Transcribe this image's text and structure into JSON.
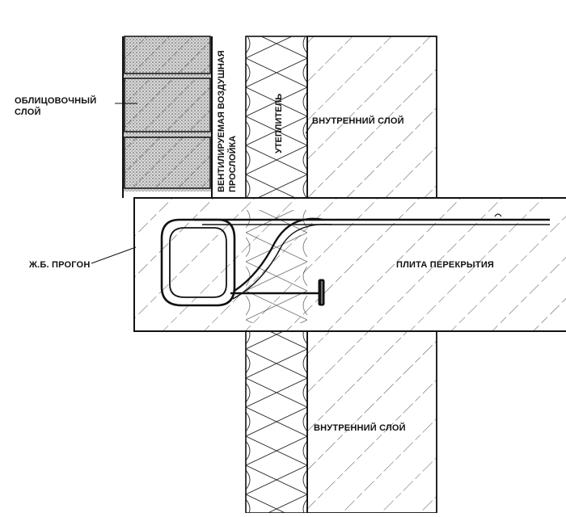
{
  "labels": {
    "cladding_line1": "ОБЛИЦОВОЧНЫЙ",
    "cladding_line2": "СЛОЙ",
    "air_gap_line1": "ВЕНТИЛИРУЕМАЯ ВОЗДУШНАЯ",
    "air_gap_line2": "ПРОСЛОЙКА",
    "insulation": "УТЕПЛИТЕЛЬ",
    "inner_layer_top": "ВНУТРЕННИЙ СЛОЙ",
    "inner_layer_bottom": "ВНУТРЕННИЙ СЛОЙ",
    "rc_beam": "Ж.Б. ПРОГОН",
    "floor_slab": "ПЛИТА ПЕРЕКРЫТИЯ"
  },
  "colors": {
    "ink": "#111111",
    "background": "#ffffff",
    "mortar": "#c8c8c8"
  }
}
